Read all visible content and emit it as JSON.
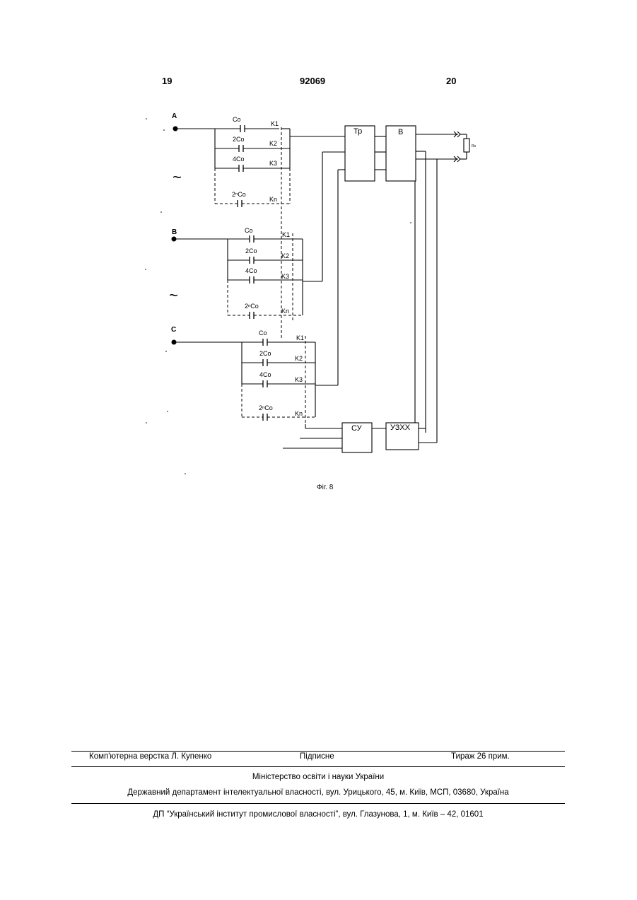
{
  "header": {
    "page_left": "19",
    "patent_number": "92069",
    "page_right": "20"
  },
  "figure": {
    "caption": "Фіг. 8",
    "phases": [
      "A",
      "B",
      "C"
    ],
    "ac_symbol": "~",
    "capacitor_labels": [
      "Co",
      "2Co",
      "4Co",
      "2ⁿCo"
    ],
    "switch_labels": [
      "K1",
      "K2",
      "K3",
      "Kn"
    ],
    "blocks": {
      "transformer": "Тр",
      "rectifier": "В",
      "control": "СУ",
      "protection": "УЗХХ"
    },
    "load_label": "Rн"
  },
  "footer": {
    "typesetting": "Комп'ютерна верстка Л. Купенко",
    "signed": "Підписне",
    "circulation": "Тираж 26 прим.",
    "ministry": "Міністерство освіти і науки України",
    "department": "Державний департамент інтелектуальної власності, вул. Урицького, 45, м. Київ, МСП, 03680, Україна",
    "institute": "ДП “Український інститут промислової власності”, вул. Глазунова, 1, м. Київ – 42, 01601"
  }
}
